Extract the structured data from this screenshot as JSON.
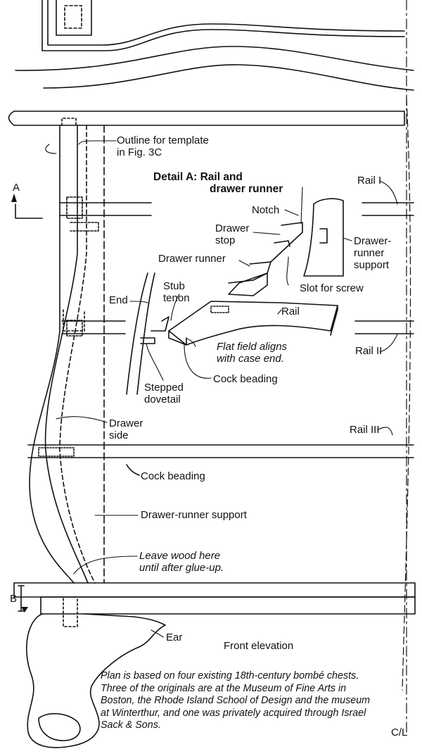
{
  "labels": {
    "outline_template": [
      "Outline for template",
      "in Fig. 3C"
    ],
    "detail_title": [
      "Detail A: Rail and",
      "drawer runner"
    ],
    "rail_1": "Rail I",
    "notch": "Notch",
    "drawer_stop": [
      "Drawer",
      "stop"
    ],
    "drawer_runner_support": [
      "Drawer-",
      "runner",
      "support"
    ],
    "drawer_runner": "Drawer runner",
    "slot_for_screw": "Slot for screw",
    "stub_tenon": [
      "Stub",
      "tenon"
    ],
    "end": "End",
    "rail": "Rail",
    "flat_field": [
      "Flat field aligns",
      "with case end."
    ],
    "rail_2": "Rail II",
    "cock_beading_detail": "Cock beading",
    "stepped_dovetail": [
      "Stepped",
      "dovetail"
    ],
    "drawer_side": [
      "Drawer",
      "side"
    ],
    "rail_3": "Rail III",
    "cock_beading": "Cock beading",
    "drawer_runner_support_main": "Drawer-runner support",
    "leave_wood": [
      "Leave wood here",
      "until after glue-up."
    ],
    "ear": "Ear",
    "front_elevation": "Front elevation",
    "section_a": "A",
    "section_b": "B",
    "centerline": "C/L"
  },
  "caption": "Plan is based on four existing 18th-century bombé chests. Three of the originals are at the Museum of Fine Arts in Boston, the Rhode Island School of Design and the museum at Winterthur, and one was privately acquired through Israel Sack & Sons."
}
